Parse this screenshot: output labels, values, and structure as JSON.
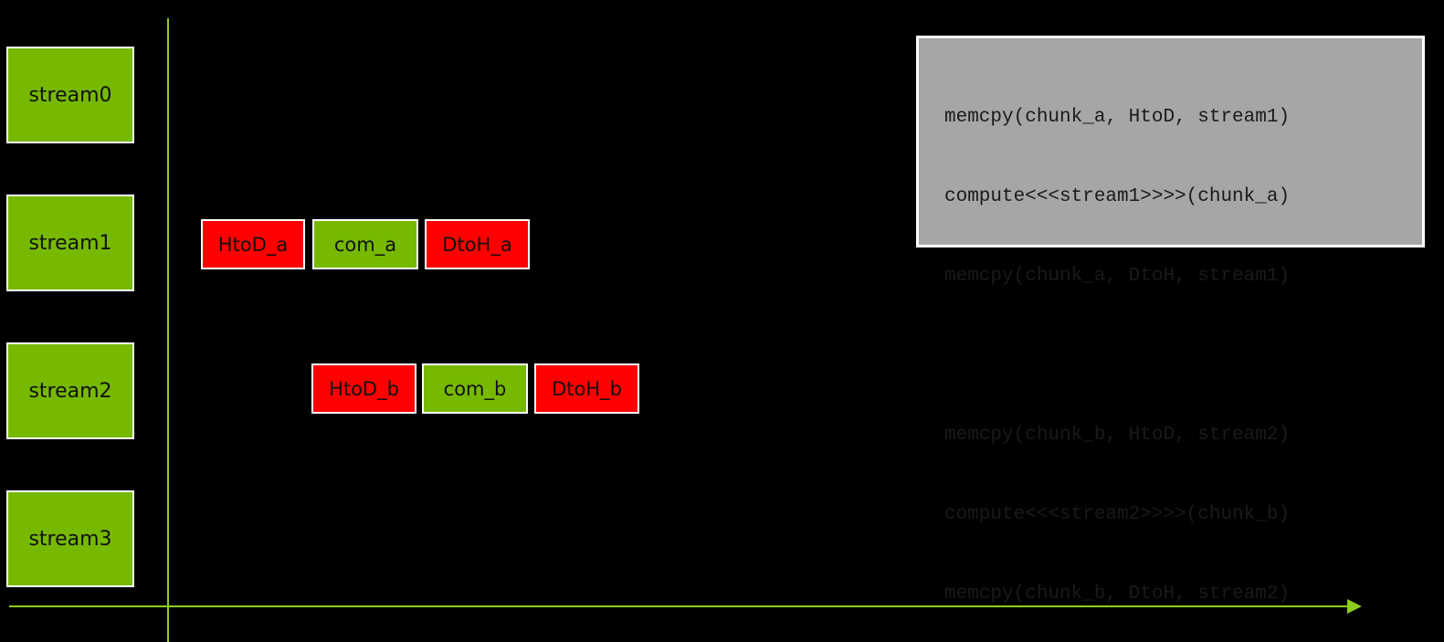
{
  "streams": [
    {
      "label": "stream0"
    },
    {
      "label": "stream1"
    },
    {
      "label": "stream2"
    },
    {
      "label": "stream3"
    }
  ],
  "operations": {
    "stream1": [
      {
        "label": "HtoD_a",
        "kind": "memcpy"
      },
      {
        "label": "com_a",
        "kind": "compute"
      },
      {
        "label": "DtoH_a",
        "kind": "memcpy"
      }
    ],
    "stream2": [
      {
        "label": "HtoD_b",
        "kind": "memcpy"
      },
      {
        "label": "com_b",
        "kind": "compute"
      },
      {
        "label": "DtoH_b",
        "kind": "memcpy"
      }
    ]
  },
  "code": {
    "lines": [
      "memcpy(chunk_a, HtoD, stream1)",
      "compute<<<stream1>>>>(chunk_a)",
      "memcpy(chunk_a, DtoH, stream1)",
      "",
      "memcpy(chunk_b, HtoD, stream2)",
      "compute<<<stream2>>>>(chunk_b)",
      "memcpy(chunk_b, DtoH, stream2)"
    ]
  },
  "colors": {
    "background": "#000000",
    "stream_fill": "#76b900",
    "memcpy_fill": "#ff0000",
    "compute_fill": "#76b900",
    "axis": "#8ccf1b",
    "code_panel": "#a6a6a6"
  }
}
